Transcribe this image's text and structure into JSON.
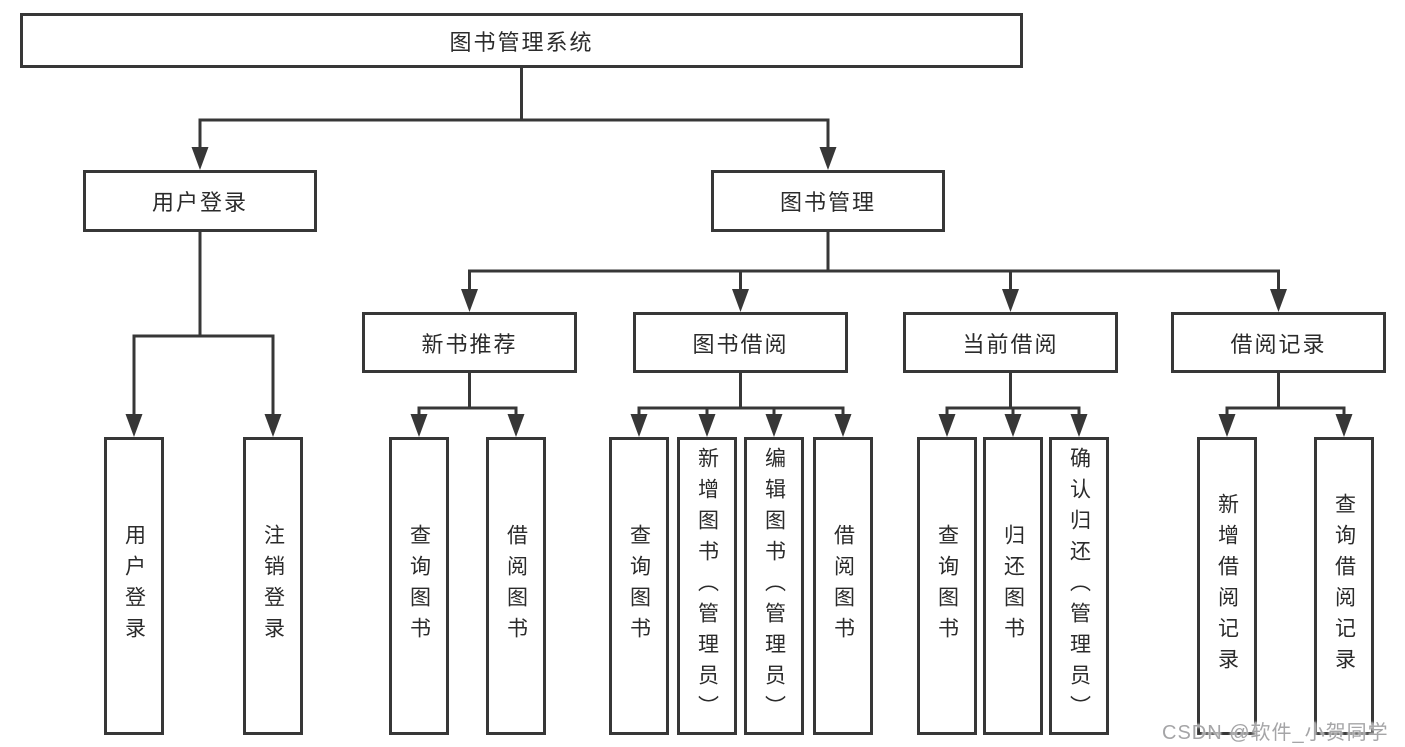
{
  "diagram_title": "图书管理系统",
  "tree": {
    "label": "图书管理系统",
    "children": [
      {
        "label": "用户登录",
        "children": [
          {
            "label": "用户登录"
          },
          {
            "label": "注销登录"
          }
        ]
      },
      {
        "label": "图书管理",
        "children": [
          {
            "label": "新书推荐",
            "children": [
              {
                "label": "查询图书"
              },
              {
                "label": "借阅图书"
              }
            ]
          },
          {
            "label": "图书借阅",
            "children": [
              {
                "label": "查询图书"
              },
              {
                "label": "新增图书（管理员）"
              },
              {
                "label": "编辑图书（管理员）"
              },
              {
                "label": "借阅图书"
              }
            ]
          },
          {
            "label": "当前借阅",
            "children": [
              {
                "label": "查询图书"
              },
              {
                "label": "归还图书"
              },
              {
                "label": "确认归还（管理员）"
              }
            ]
          },
          {
            "label": "借阅记录",
            "children": [
              {
                "label": "新增借阅记录"
              },
              {
                "label": "查询借阅记录"
              }
            ]
          }
        ]
      }
    ]
  },
  "watermark": {
    "text": "CSDN @软件_小贺同学"
  },
  "colors": {
    "line": "#373737",
    "box_border": "#373737",
    "text": "#2b2b2b",
    "watermark": "#a5a5a7",
    "background": "#ffffff"
  }
}
